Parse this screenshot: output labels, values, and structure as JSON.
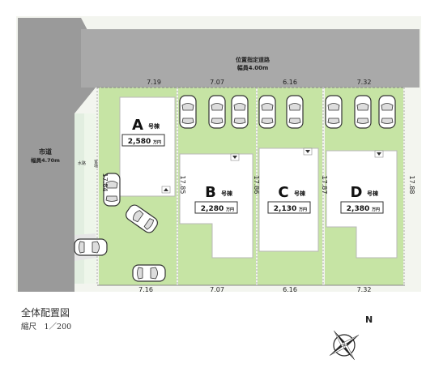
{
  "road_north": {
    "name": "位置指定道路",
    "width": "幅員4.00m"
  },
  "road_west": {
    "name": "市道",
    "width": "幅員4.70m"
  },
  "west_labels": {
    "water": "水路",
    "official": "官地"
  },
  "lots": [
    {
      "letter": "A",
      "suffix": "号棟",
      "price": "2,580",
      "unit": "万円",
      "depth": "17.84",
      "top": "7.19",
      "bottom": "7.16"
    },
    {
      "letter": "B",
      "suffix": "号棟",
      "price": "2,280",
      "unit": "万円",
      "depth": "17.85",
      "top": "7.07",
      "bottom": "7.07"
    },
    {
      "letter": "C",
      "suffix": "号棟",
      "price": "2,130",
      "unit": "万円",
      "depth": "17.86",
      "top": "6.16",
      "bottom": "6.16"
    },
    {
      "letter": "D",
      "suffix": "号棟",
      "price": "2,380",
      "unit": "万円",
      "depth": "17.87",
      "top": "7.32",
      "bottom": "7.32"
    }
  ],
  "east_depth": "17.88",
  "caption": {
    "title": "全体配置図",
    "scale": "縮尺　1／200"
  },
  "compass_label": "N",
  "colors": {
    "lot": "#c6e4a4",
    "road": "#a9a9a9",
    "house": "#ffffff",
    "line": "#7a7a7a"
  }
}
